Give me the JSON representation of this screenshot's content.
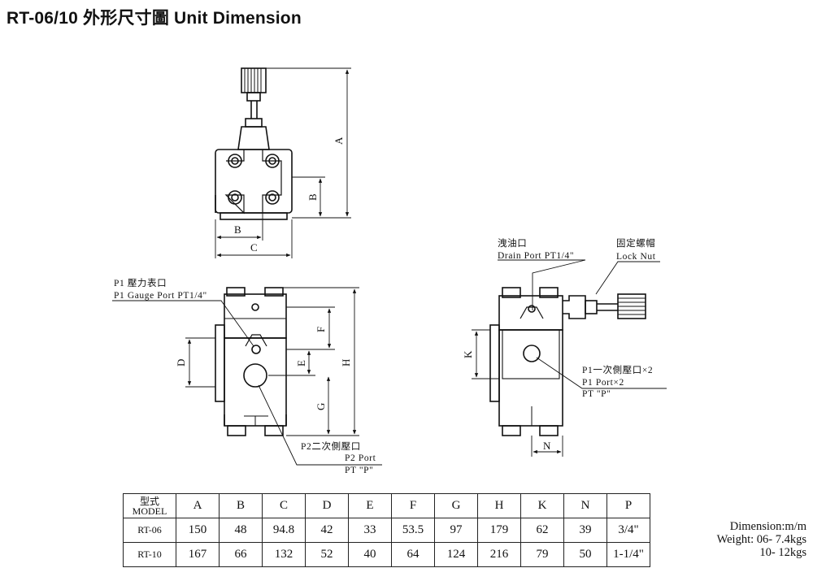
{
  "title": "RT-06/10 外形尺寸圖  Unit Dimension",
  "dimension_labels": {
    "A": "A",
    "B": "B",
    "C": "C",
    "D": "D",
    "E": "E",
    "F": "F",
    "G": "G",
    "H": "H",
    "K": "K",
    "N": "N"
  },
  "callouts": {
    "p1_gauge_cn": "P1 壓力表口",
    "p1_gauge_en": "P1 Gauge Port PT1/4\"",
    "p2_cn": "P2二次側壓口",
    "p2_en": "P2 Port",
    "p2_pt": "PT \"P\"",
    "drain_cn": "洩油口",
    "drain_en": "Drain Port PT1/4\"",
    "locknut_cn": "固定螺帽",
    "locknut_en": "Lock Nut",
    "p1_cn": "P1一次側壓口×2",
    "p1_en": "P1 Port×2",
    "p1_pt": "PT \"P\""
  },
  "table": {
    "model_header_cn": "型式",
    "model_header_en": "MODEL",
    "columns": [
      "A",
      "B",
      "C",
      "D",
      "E",
      "F",
      "G",
      "H",
      "K",
      "N",
      "P"
    ],
    "rows": [
      {
        "model": "RT-06",
        "values": [
          "150",
          "48",
          "94.8",
          "42",
          "33",
          "53.5",
          "97",
          "179",
          "62",
          "39",
          "3/4\""
        ]
      },
      {
        "model": "RT-10",
        "values": [
          "167",
          "66",
          "132",
          "52",
          "40",
          "64",
          "124",
          "216",
          "79",
          "50",
          "1-1/4\""
        ]
      }
    ]
  },
  "notes": {
    "dimension": "Dimension:m/m",
    "weight_06": "Weight: 06- 7.4kgs",
    "weight_10": "10- 12kgs"
  }
}
